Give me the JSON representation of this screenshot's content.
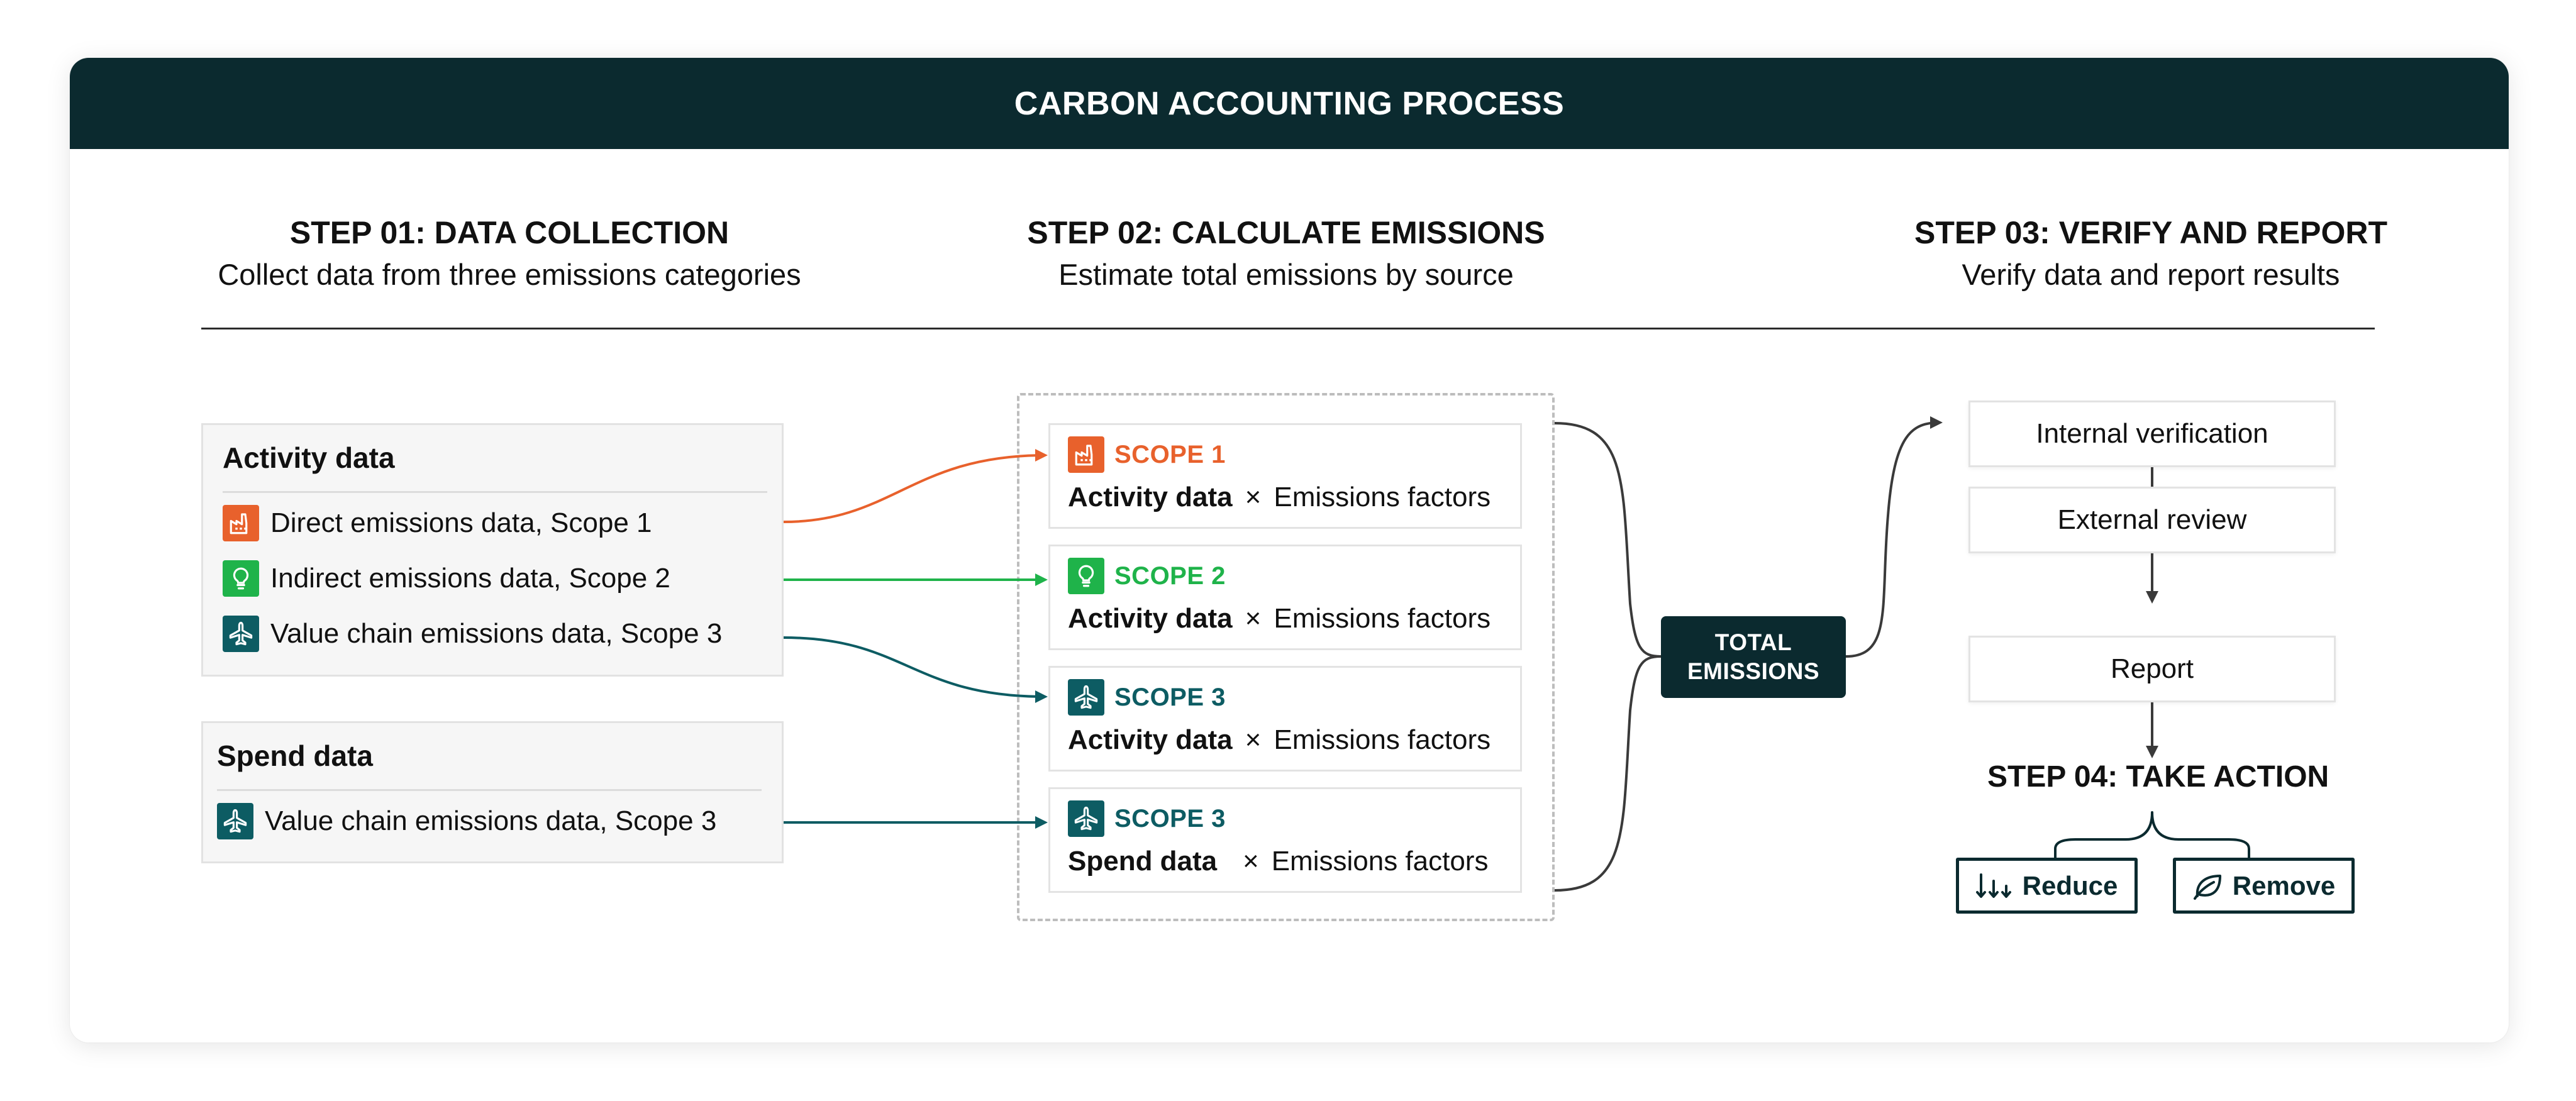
{
  "title": "CARBON ACCOUNTING PROCESS",
  "steps": [
    {
      "title": "STEP 01: DATA COLLECTION",
      "subtitle": "Collect data from three emissions categories"
    },
    {
      "title": "STEP 02: CALCULATE EMISSIONS",
      "subtitle": "Estimate total emissions by source"
    },
    {
      "title": "STEP 03: VERIFY AND REPORT",
      "subtitle": "Verify data and report results"
    }
  ],
  "activity_panel": {
    "title": "Activity data",
    "items": [
      {
        "label": "Direct emissions data, Scope 1",
        "icon": "factory-icon",
        "color": "#e8612c"
      },
      {
        "label": "Indirect emissions data, Scope 2",
        "icon": "lightbulb-icon",
        "color": "#1fb34a"
      },
      {
        "label": "Value chain emissions data, Scope 3",
        "icon": "airplane-icon",
        "color": "#0d5c63"
      }
    ]
  },
  "spend_panel": {
    "title": "Spend data",
    "items": [
      {
        "label": "Value chain emissions data, Scope 3",
        "icon": "airplane-icon",
        "color": "#0d5c63"
      }
    ]
  },
  "scopes": [
    {
      "name": "SCOPE 1",
      "icon": "factory-icon",
      "color": "#e8612c",
      "data_type": "Activity data",
      "times": "×",
      "factor": "Emissions factors"
    },
    {
      "name": "SCOPE 2",
      "icon": "lightbulb-icon",
      "color": "#1fb34a",
      "data_type": "Activity data",
      "times": "×",
      "factor": "Emissions factors"
    },
    {
      "name": "SCOPE 3",
      "icon": "airplane-icon",
      "color": "#0d5c63",
      "data_type": "Activity data",
      "times": "×",
      "factor": "Emissions factors"
    },
    {
      "name": "SCOPE 3",
      "icon": "airplane-icon",
      "color": "#0d5c63",
      "data_type": "Spend data",
      "times": "×",
      "factor": "Emissions factors"
    }
  ],
  "total": {
    "line1": "TOTAL",
    "line2": "EMISSIONS"
  },
  "verify": {
    "internal": "Internal verification",
    "external": "External review",
    "report": "Report"
  },
  "take_action": {
    "title": "STEP 04: TAKE ACTION",
    "reduce": "Reduce",
    "remove": "Remove"
  },
  "colors": {
    "dark": "#0b2a2f",
    "scope1": "#e8612c",
    "scope2": "#1fb34a",
    "scope3": "#0d5c63"
  }
}
